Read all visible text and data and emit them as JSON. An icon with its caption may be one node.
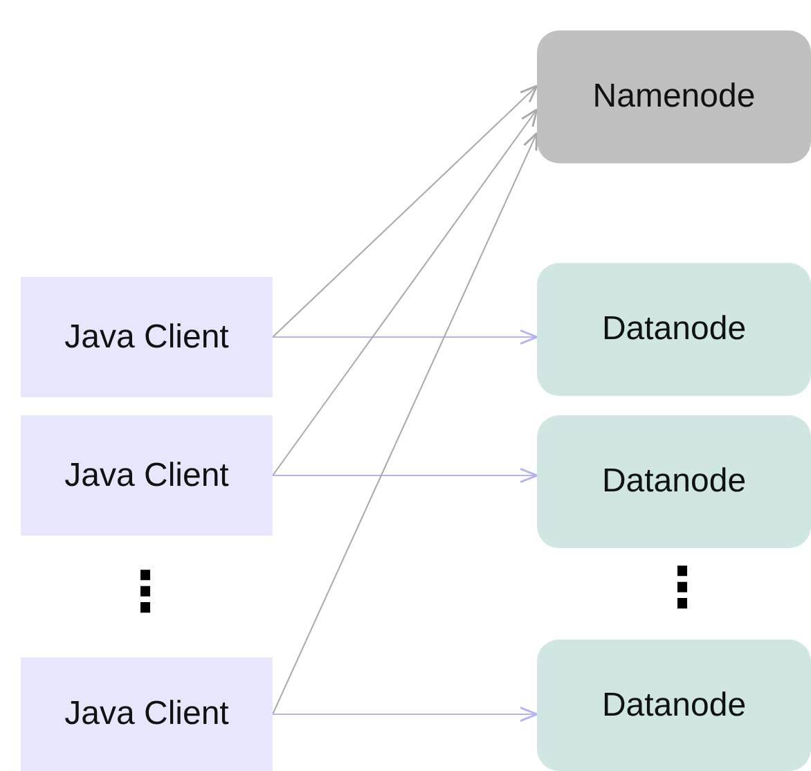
{
  "diagram": {
    "nodes": [
      {
        "text": [
          "Namenode"
        ]
      },
      {
        "text": [
          "Java Client"
        ]
      },
      {
        "text": [
          "Datanode"
        ]
      },
      {
        "text": [
          "Java Client"
        ]
      },
      {
        "text": [
          "Datanode"
        ]
      },
      {
        "text": [
          "Java Client"
        ]
      },
      {
        "text": [
          "Datanode"
        ]
      }
    ],
    "edges": [
      {
        "from": 1,
        "to": 0,
        "arrow": "to",
        "color": "#a8a8a8"
      },
      {
        "from": 1,
        "to": 2,
        "arrow": "to",
        "color": "#b4b4ec"
      },
      {
        "from": 3,
        "to": 0,
        "arrow": "to",
        "color": "#a8a8a8"
      },
      {
        "from": 3,
        "to": 4,
        "arrow": "to",
        "color": "#b4b4ec"
      },
      {
        "from": 5,
        "to": 0,
        "arrow": "to",
        "color": "#a8a8a8"
      },
      {
        "from": 5,
        "to": 6,
        "arrow": "to",
        "color": "#b4b4ec"
      }
    ],
    "labels": [
      "⋮",
      "⋮"
    ]
  }
}
